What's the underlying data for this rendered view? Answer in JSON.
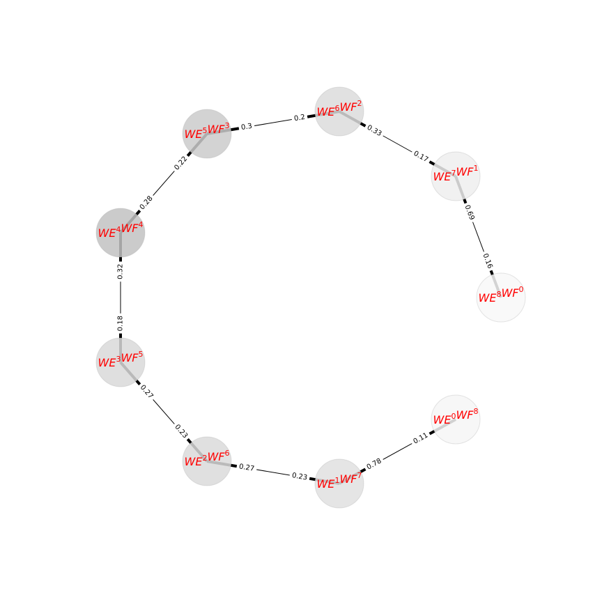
{
  "nodes": [
    {
      "id": "n0",
      "label": [
        {
          "t": "WE"
        },
        {
          "t": "6",
          "sup": true
        },
        {
          "t": "WF"
        },
        {
          "t": "2",
          "sup": true
        }
      ],
      "fill": "#dcdcdc"
    },
    {
      "id": "n1",
      "label": [
        {
          "t": "WE"
        },
        {
          "t": "7",
          "sup": true
        },
        {
          "t": "WF"
        },
        {
          "t": "1",
          "sup": true
        }
      ],
      "fill": "#eeeeee"
    },
    {
      "id": "n2",
      "label": [
        {
          "t": "WE"
        },
        {
          "t": "8",
          "sup": true
        },
        {
          "t": "WF"
        },
        {
          "t": "0",
          "sup": true
        }
      ],
      "fill": "#f8f8f8"
    },
    {
      "id": "n3",
      "label": [
        {
          "t": "WE"
        },
        {
          "t": "0",
          "sup": true
        },
        {
          "t": "WF"
        },
        {
          "t": "8",
          "sup": true
        }
      ],
      "fill": "#f6f6f6"
    },
    {
      "id": "n4",
      "label": [
        {
          "t": "WE"
        },
        {
          "t": "1",
          "sup": true
        },
        {
          "t": "WF"
        },
        {
          "t": "7",
          "sup": true
        }
      ],
      "fill": "#e0e0e0"
    },
    {
      "id": "n5",
      "label": [
        {
          "t": "WE"
        },
        {
          "t": "2",
          "sup": true
        },
        {
          "t": "WF"
        },
        {
          "t": "6",
          "sup": true
        }
      ],
      "fill": "#dadada"
    },
    {
      "id": "n6",
      "label": [
        {
          "t": "WE"
        },
        {
          "t": "3",
          "sup": true
        },
        {
          "t": "WF"
        },
        {
          "t": "5",
          "sup": true
        }
      ],
      "fill": "#d9d9d9"
    },
    {
      "id": "n7",
      "label": [
        {
          "t": "WE"
        },
        {
          "t": "4",
          "sup": true
        },
        {
          "t": "WF"
        },
        {
          "t": "4",
          "sup": true
        }
      ],
      "fill": "#c2c2c2"
    },
    {
      "id": "n8",
      "label": [
        {
          "t": "WE"
        },
        {
          "t": "5",
          "sup": true
        },
        {
          "t": "WF"
        },
        {
          "t": "3",
          "sup": true
        }
      ],
      "fill": "#cbcbcb"
    }
  ],
  "edges": [
    {
      "from": "n8",
      "to": "n0",
      "weight_from": "0.3",
      "weight_to": "0.2"
    },
    {
      "from": "n0",
      "to": "n1",
      "weight_from": "0.33",
      "weight_to": "0.17"
    },
    {
      "from": "n1",
      "to": "n2",
      "weight_from": "0.69",
      "weight_to": "0.16"
    },
    {
      "from": "n3",
      "to": "n4",
      "weight_from": "0.11",
      "weight_to": "0.78"
    },
    {
      "from": "n4",
      "to": "n5",
      "weight_from": "0.23",
      "weight_to": "0.27"
    },
    {
      "from": "n5",
      "to": "n6",
      "weight_from": "0.23",
      "weight_to": "0.27"
    },
    {
      "from": "n6",
      "to": "n7",
      "weight_from": "0.18",
      "weight_to": "0.32"
    },
    {
      "from": "n7",
      "to": "n8",
      "weight_from": "0.28",
      "weight_to": "0.22"
    }
  ]
}
